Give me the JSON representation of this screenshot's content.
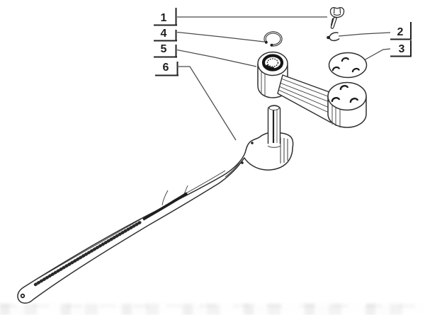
{
  "diagram": {
    "background_color": "#ffffff",
    "line_color": "#2b2b2b",
    "leader_line_color": "#4a4a4a",
    "callouts": {
      "c1": {
        "number": "1",
        "side": "left",
        "points_to": "fastening-bolt"
      },
      "c2": {
        "number": "2",
        "side": "right",
        "points_to": "lock-washer"
      },
      "c3": {
        "number": "3",
        "side": "right",
        "points_to": "cover-plate"
      },
      "c4": {
        "number": "4",
        "side": "left",
        "points_to": "snap-ring"
      },
      "c5": {
        "number": "5",
        "side": "left",
        "points_to": "arm-with-splined-hub"
      },
      "c6": {
        "number": "6",
        "side": "left",
        "points_to": "hand-lever"
      }
    }
  }
}
